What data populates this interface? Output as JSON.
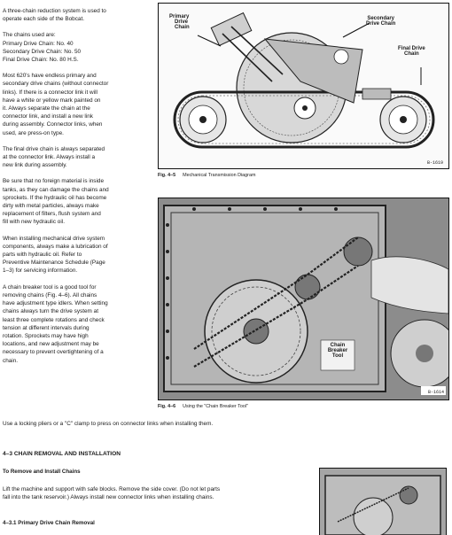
{
  "left_column": [
    [
      "A three-chain reduction system is used to",
      "operate each side of the Bobcat."
    ],
    [
      "The chains used are:",
      "Primary Drive Chain: No. 40",
      "Secondary Drive Chain: No. 50",
      "Final Drive Chain: No. 80 H.S."
    ],
    [
      "Most 620's have endless primary and",
      "secondary drive chains (without connector",
      "links). If there is a connector link it will",
      "have a white or yellow mark painted on",
      "it. Always separate the chain at the",
      "connector link, and install a new link",
      "during assembly. Connector links, when",
      "used, are press-on type."
    ],
    [
      "The final drive chain is always separated",
      "at the connector link. Always install a",
      "new link during assembly."
    ],
    [
      "Be sure that no foreign material is inside",
      "tanks, as they can damage the chains and",
      "sprockets. If the hydraulic oil has become",
      "dirty with metal particles, always make",
      "replacement of filters, flush system and",
      "fill with new hydraulic oil."
    ],
    [
      "When installing mechanical drive system",
      "components, always make a lubrication of",
      "parts with hydraulic oil. Refer to",
      "Preventive Maintenance Schedule (Page",
      "1–3) for servicing information."
    ],
    [
      "A chain breaker tool is a good tool for",
      "removing chains (Fig. 4–6). All chains",
      "have adjustment type idlers. When setting",
      "chains always turn the drive system at",
      "least three complete rotations and check",
      "tension at different intervals during",
      "rotation. Sprockets may have high",
      "locations, and new adjustment may be",
      "necessary to prevent overtightening of a",
      "chain."
    ]
  ],
  "figure1": {
    "labels": {
      "primary": [
        "Primary",
        "Drive",
        "Chain"
      ],
      "secondary": [
        "Secondary",
        "Drive Chain"
      ],
      "final": [
        "Final Drive",
        "Chain"
      ]
    },
    "ref": "B-1619",
    "caption_num": "Fig. 4–5",
    "caption_text": "Mechanical Transmission Diagram"
  },
  "figure2": {
    "labels": [
      "Chain",
      "Breaker",
      "Tool"
    ],
    "ref": "B-1614",
    "caption_num": "Fig. 4–6",
    "caption_text": "Using the \"Chain Breaker Tool\""
  },
  "body": {
    "locking_note": "Use a locking pliers or a \"C\" clamp to press on connector links when installing them.",
    "section_heading": "4–3 CHAIN REMOVAL AND INSTALLATION",
    "subheading": "To Remove and Install Chains",
    "paragraph_line1": "Lift the machine and support with safe blocks. Remove the side cover. (Do not let parts",
    "paragraph_line2": "fall into the tank reservoir.) Always install new connector links when installing chains.",
    "subsection": "4–3.1 Primary Drive Chain Removal"
  }
}
